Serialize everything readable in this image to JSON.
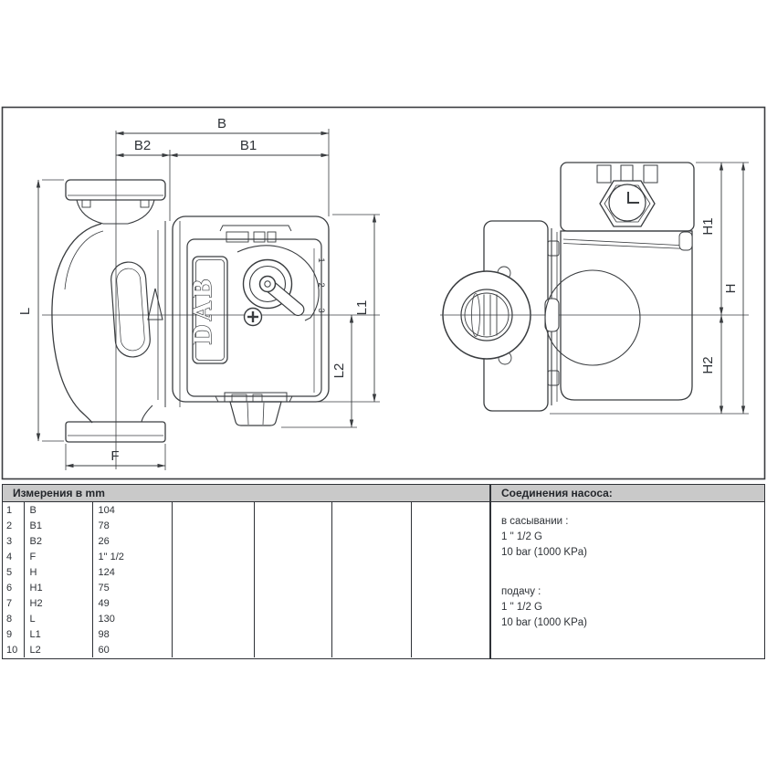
{
  "drawing": {
    "brand": "DAB",
    "speed_marks": [
      "1",
      "2",
      "3"
    ],
    "dims": {
      "B": "B",
      "B1": "B1",
      "B2": "B2",
      "L": "L",
      "F": "F",
      "L1": "L1",
      "L2": "L2",
      "H": "H",
      "H1": "H1",
      "H2": "H2"
    }
  },
  "measurements_table": {
    "header": "Измерения в mm",
    "rows": [
      {
        "n": "1",
        "dim": "B",
        "value": "104"
      },
      {
        "n": "2",
        "dim": "B1",
        "value": "78"
      },
      {
        "n": "3",
        "dim": "B2",
        "value": "26"
      },
      {
        "n": "4",
        "dim": "F",
        "value": "1\" 1/2"
      },
      {
        "n": "5",
        "dim": "H",
        "value": "124"
      },
      {
        "n": "6",
        "dim": "H1",
        "value": "75"
      },
      {
        "n": "7",
        "dim": "H2",
        "value": "49"
      },
      {
        "n": "8",
        "dim": "L",
        "value": "130"
      },
      {
        "n": "9",
        "dim": "L1",
        "value": "98"
      },
      {
        "n": "10",
        "dim": "L2",
        "value": "60"
      }
    ]
  },
  "connections_panel": {
    "header": "Соединения насоса:",
    "suction_label": "в сасывании :",
    "suction_size": "1 \" 1/2 G",
    "suction_pressure": "10 bar (1000 KPa)",
    "delivery_label": "подачу :",
    "delivery_size": "1 \" 1/2 G",
    "delivery_pressure": "10 bar (1000 KPa)"
  },
  "colors": {
    "table_header_bg": "#c9c9c9",
    "line": "#3a3d40",
    "text": "#2e3237"
  }
}
